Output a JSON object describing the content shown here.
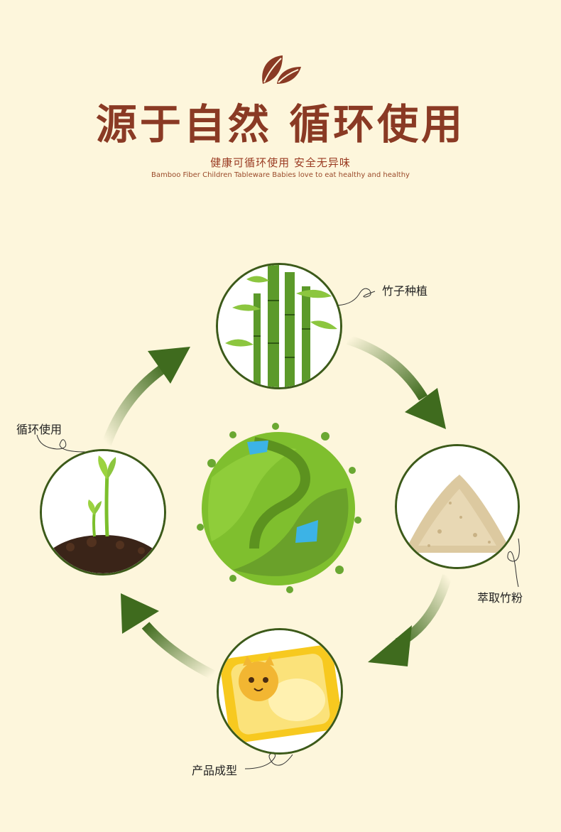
{
  "header": {
    "title": "源于自然 循环使用",
    "subtitle": "健康可循环使用   安全无异味",
    "subtitle_en": "Bamboo Fiber Children Tableware Babies love to eat healthy and healthy"
  },
  "cycle": {
    "step1": "竹子种植",
    "step2": "萃取竹粉",
    "step3": "产品成型",
    "step4": "循环使用"
  },
  "colors": {
    "background": "#fdf6dc",
    "title": "#8a3a24",
    "arrow": "#3f6b1e",
    "globe": "#7fbf2e"
  }
}
